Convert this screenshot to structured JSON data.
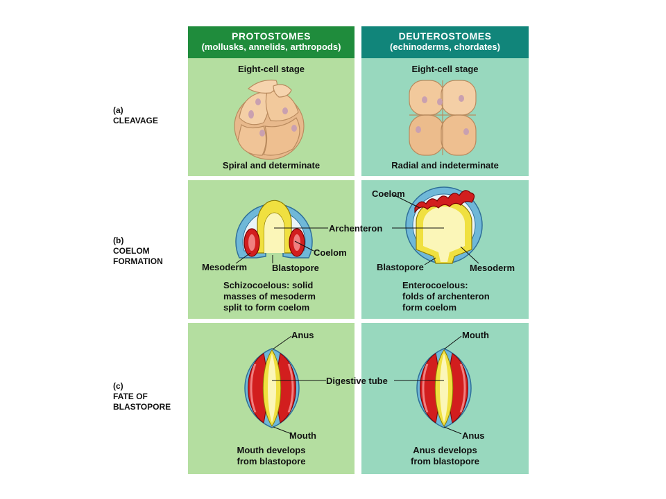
{
  "colors": {
    "protostome_header": "#1f8c3c",
    "deuterostome_header": "#11857a",
    "protostome_bg": "#b4dea0",
    "deuterostome_bg": "#98d8be",
    "embryo_cell": "#f2c9a0",
    "ectoderm": "#6fb8d8",
    "endoderm": "#f0e040",
    "mesoderm": "#d21e1e"
  },
  "headers": {
    "protostomes": {
      "title": "PROTOSTOMES",
      "subtitle": "(mollusks, annelids, arthropods)"
    },
    "deuterostomes": {
      "title": "DEUTEROSTOMES",
      "subtitle": "(echinoderms, chordates)"
    }
  },
  "rows": {
    "a": {
      "letter": "(a)",
      "name": "CLEAVAGE"
    },
    "b": {
      "letter": "(b)",
      "name_line1": "COELOM",
      "name_line2": "FORMATION"
    },
    "c": {
      "letter": "(c)",
      "name_line1": "FATE OF",
      "name_line2": "BLASTOPORE"
    }
  },
  "cleavage": {
    "proto_stage": "Eight-cell stage",
    "deut_stage": "Eight-cell stage",
    "proto_caption": "Spiral and determinate",
    "deut_caption": "Radial and indeterminate"
  },
  "coelom": {
    "shared_label": "Archenteron",
    "proto_coelom": "Coelom",
    "proto_mesoderm": "Mesoderm",
    "proto_blastopore": "Blastopore",
    "proto_caption": [
      "Schizocoelous: solid",
      "masses of mesoderm",
      "split to form coelom"
    ],
    "deut_coelom": "Coelom",
    "deut_blastopore": "Blastopore",
    "deut_mesoderm": "Mesoderm",
    "deut_caption": [
      "Enterocoelous:",
      "folds of archenteron",
      "form coelom"
    ]
  },
  "blastopore": {
    "shared_label": "Digestive tube",
    "proto_top": "Anus",
    "proto_bottom": "Mouth",
    "proto_caption": [
      "Mouth develops",
      "from blastopore"
    ],
    "deut_top": "Mouth",
    "deut_bottom": "Anus",
    "deut_caption": [
      "Anus develops",
      "from blastopore"
    ]
  }
}
